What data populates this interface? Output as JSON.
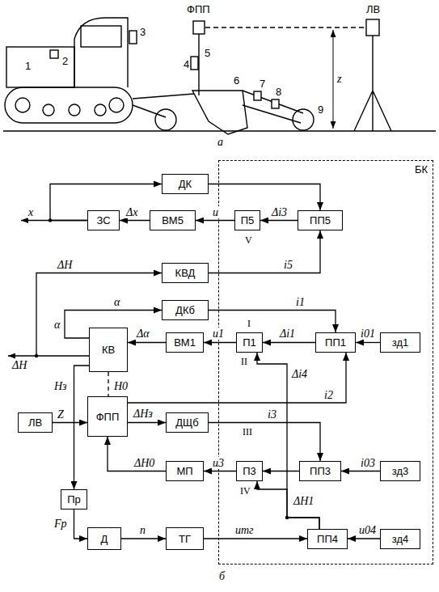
{
  "diagram": {
    "nodes": [
      {
        "text": [
          "БК"
        ]
      },
      {
        "text": [
          "ДК"
        ]
      },
      {
        "text": [
          "ЗС"
        ]
      },
      {
        "text": [
          "ВМ5"
        ]
      },
      {
        "text": [
          "П5"
        ],
        "in": 0
      },
      {
        "text": [
          "ПП5"
        ],
        "in": 0
      },
      {
        "text": [
          "КВД"
        ]
      },
      {
        "text": [
          "ДКб"
        ]
      },
      {
        "text": [
          "КВ"
        ]
      },
      {
        "text": [
          "ВМ1"
        ]
      },
      {
        "text": [
          "П1"
        ],
        "in": 0
      },
      {
        "text": [
          "ПП1"
        ],
        "in": 0
      },
      {
        "text": [
          "зд1"
        ],
        "in": 0
      },
      {
        "text": [
          "ЛВ"
        ]
      },
      {
        "text": [
          "ФПП"
        ]
      },
      {
        "text": [
          "ДЩб"
        ]
      },
      {
        "text": [
          "МП"
        ]
      },
      {
        "text": [
          "П3"
        ],
        "in": 0
      },
      {
        "text": [
          "ПП3"
        ],
        "in": 0
      },
      {
        "text": [
          "зд3"
        ],
        "in": 0
      },
      {
        "text": [
          "Пр"
        ]
      },
      {
        "text": [
          "Д"
        ]
      },
      {
        "text": [
          "ТГ"
        ]
      },
      {
        "text": [
          "ПП4"
        ],
        "in": 0
      },
      {
        "text": [
          "зд4"
        ],
        "in": 0
      }
    ],
    "edges": [
      {
        "from": 2,
        "to": 1,
        "arrow": "to"
      },
      {
        "from": 1,
        "to": 5,
        "arrow": "to"
      },
      {
        "from": 3,
        "to": 2,
        "label": "Δx",
        "arrow": "to"
      },
      {
        "from": 4,
        "to": 3,
        "label": "u",
        "arrow": "to"
      },
      {
        "from": 5,
        "to": 4,
        "label": "Δi3",
        "arrow": "to"
      },
      {
        "from": 6,
        "to": 5,
        "label": "i5",
        "arrow": "to"
      },
      {
        "from": 8,
        "to": 6,
        "label": "ΔH",
        "arrow": "to"
      },
      {
        "from": 7,
        "to": 11,
        "label": "i1",
        "arrow": "to"
      },
      {
        "from": 8,
        "to": 7,
        "label": "α",
        "arrow": "to"
      },
      {
        "from": 11,
        "to": 10,
        "label": "Δi1",
        "arrow": "to"
      },
      {
        "from": 12,
        "to": 11,
        "label": "i01",
        "arrow": "to"
      },
      {
        "from": 10,
        "to": 9,
        "label": "u1",
        "arrow": "to"
      },
      {
        "from": 9,
        "to": 8,
        "label": "Δα",
        "arrow": "to"
      },
      {
        "from": 14,
        "to": 11,
        "label": "i2",
        "arrow": "to"
      },
      {
        "from": 14,
        "to": 15,
        "label": "ΔHз",
        "arrow": "to"
      },
      {
        "from": 15,
        "to": 18,
        "label": "i3",
        "arrow": "to"
      },
      {
        "from": 18,
        "to": 17,
        "arrow": "to"
      },
      {
        "from": 19,
        "to": 18,
        "label": "i03",
        "arrow": "to"
      },
      {
        "from": 17,
        "to": 16,
        "label": "u3",
        "arrow": "to"
      },
      {
        "from": 16,
        "to": 14,
        "label": "ΔH0",
        "arrow": "to"
      },
      {
        "from": 13,
        "to": 14,
        "label": "Z",
        "arrow": "to"
      },
      {
        "from": 8,
        "to": 14,
        "label": "H0",
        "arrow": "none"
      },
      {
        "from": 8,
        "to": 20,
        "label": "Hз",
        "arrow": "to"
      },
      {
        "from": 20,
        "to": 21,
        "label": "Fр",
        "arrow": "to"
      },
      {
        "from": 21,
        "to": 22,
        "label": "n",
        "arrow": "to"
      },
      {
        "from": 22,
        "to": 23,
        "label": "uтг",
        "arrow": "to"
      },
      {
        "from": 24,
        "to": 23,
        "label": "u04",
        "arrow": "to"
      },
      {
        "from": 23,
        "to": 17,
        "label": "ΔH1",
        "arrow": "to"
      },
      {
        "from": 23,
        "to": 10,
        "label": "Δi4",
        "arrow": "to"
      }
    ],
    "labels": [
      "ФПП",
      "ЛВ",
      "1",
      "2",
      "3",
      "4",
      "5",
      "6",
      "7",
      "8",
      "9",
      "z",
      "а",
      "x",
      "ΔH",
      "α",
      "I",
      "II",
      "III",
      "IV",
      "V",
      "б"
    ]
  }
}
